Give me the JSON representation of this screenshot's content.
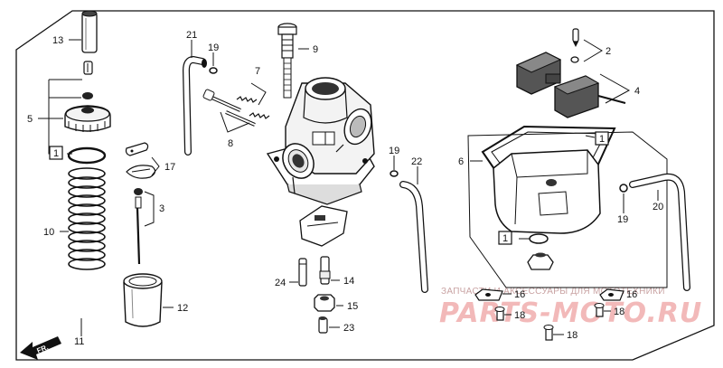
{
  "callouts": {
    "c13": "13",
    "c5": "5",
    "c1a": "1",
    "c10": "10",
    "c11": "11",
    "c17": "17",
    "c3": "3",
    "c12": "12",
    "c21": "21",
    "c19a": "19",
    "c7": "7",
    "c8": "8",
    "c9": "9",
    "c19b": "19",
    "c22": "22",
    "c24": "24",
    "c14": "14",
    "c15": "15",
    "c23": "23",
    "c2": "2",
    "c4": "4",
    "c6": "6",
    "c1b": "1",
    "c19c": "19",
    "c20": "20",
    "c1c": "1",
    "c16a": "16",
    "c18a": "18",
    "c16b": "16",
    "c18b": "18",
    "c18c": "18"
  },
  "front_marker": "FR.",
  "watermark": {
    "caption": "ЗАПЧАСТИ И АКСЕССУАРЫ ДЛЯ МОТОТЕХНИКИ",
    "logo": "PARTS-MOTO.RU"
  },
  "colors": {
    "ink": "#111111",
    "paper": "#ffffff",
    "watermark": "#f2b9b9"
  }
}
